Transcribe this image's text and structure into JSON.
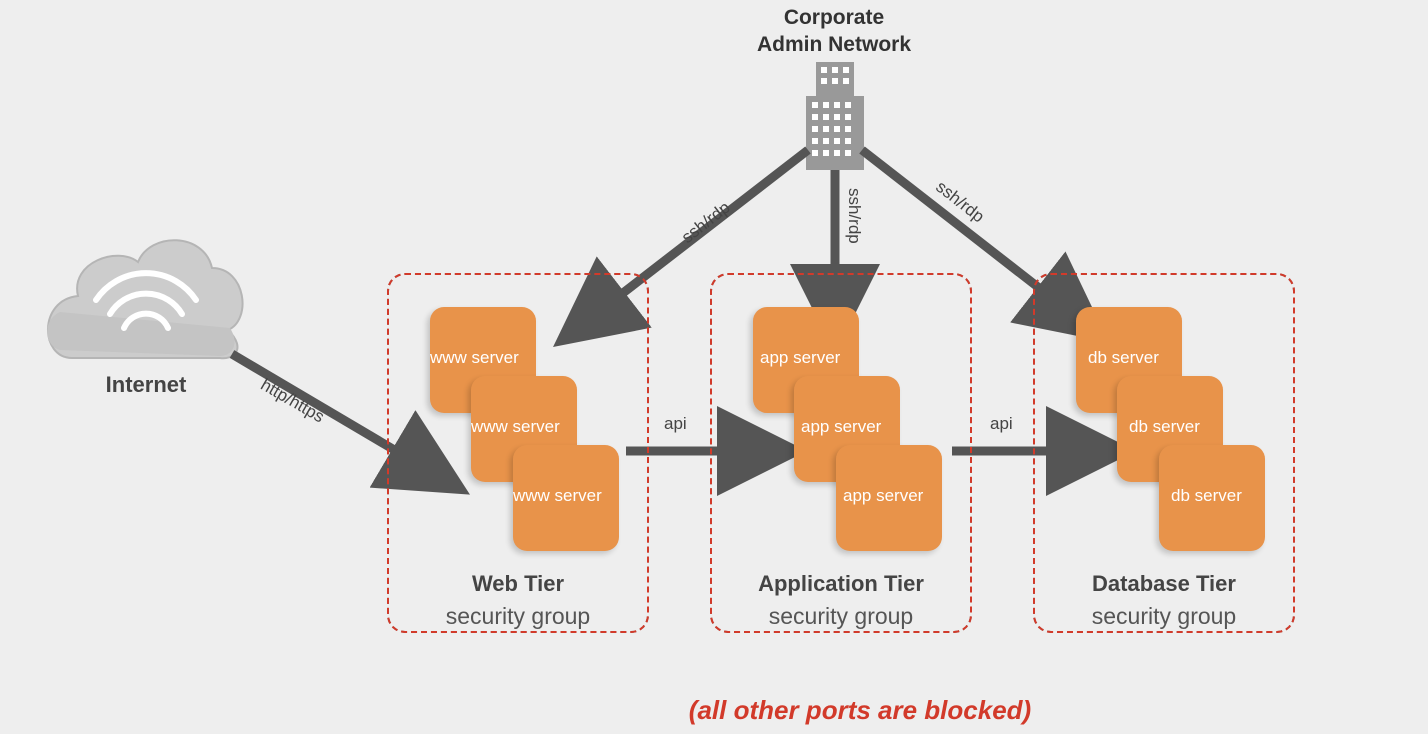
{
  "corporate_network": {
    "line1": "Corporate",
    "line2": "Admin Network",
    "icon": "office-building-icon"
  },
  "internet": {
    "label": "Internet",
    "icon": "cloud-wifi-icon"
  },
  "tiers": [
    {
      "name": "Web Tier",
      "subtitle": "security group",
      "servers": [
        "www server",
        "www server",
        "www server"
      ]
    },
    {
      "name": "Application Tier",
      "subtitle": "security group",
      "servers": [
        "app server",
        "app server",
        "app server"
      ]
    },
    {
      "name": "Database Tier",
      "subtitle": "security group",
      "servers": [
        "db server",
        "db server",
        "db server"
      ]
    }
  ],
  "edges": {
    "internet_to_web": "http/https",
    "web_to_app": "api",
    "app_to_db": "api",
    "admin_to_web": "ssh/rdp",
    "admin_to_app": "ssh/rdp",
    "admin_to_db": "ssh/rdp"
  },
  "footnote": "(all other ports are blocked)",
  "colors": {
    "background": "#eeeeee",
    "server": "#e8934a",
    "arrow": "#555555",
    "border_red": "#d23a2a",
    "cloud": "#cccccc"
  }
}
